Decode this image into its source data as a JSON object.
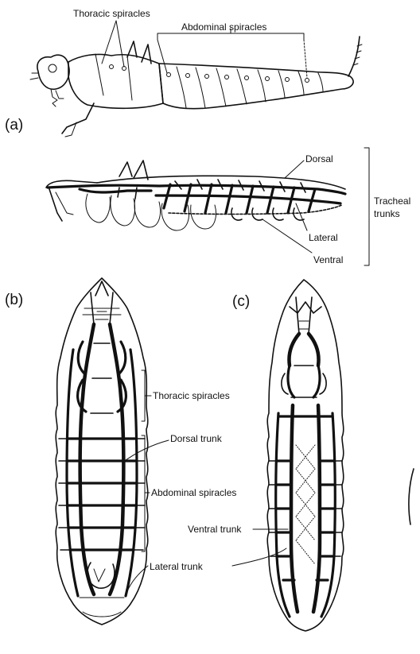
{
  "panels": {
    "a": "(a)",
    "b": "(b)",
    "c": "(c)"
  },
  "labels": {
    "top_thoracic_spiracles": "Thoracic spiracles",
    "top_abdominal_spiracles": "Abdominal spiracles",
    "dorsal": "Dorsal",
    "lateral": "Lateral",
    "ventral": "Ventral",
    "tracheal_trunks_line1": "Tracheal",
    "tracheal_trunks_line2": "trunks",
    "b_thoracic_spiracles": "Thoracic spiracles",
    "dorsal_trunk": "Dorsal trunk",
    "b_abdominal_spiracles": "Abdominal spiracles",
    "ventral_trunk": "Ventral trunk",
    "lateral_trunk": "Lateral trunk"
  }
}
